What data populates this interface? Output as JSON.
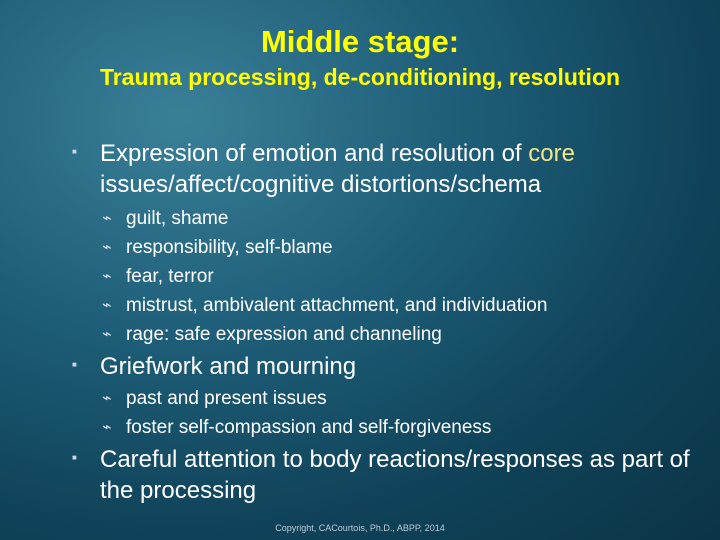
{
  "title": "Middle stage:",
  "subtitle": "Trauma processing, de-conditioning, resolution",
  "points": [
    {
      "text_main": "Expression of emotion and resolution of ",
      "text_accent": "core",
      "text_rest": " issues/affect/cognitive distortions/schema",
      "subitems": [
        "guilt, shame",
        "responsibility, self-blame",
        "fear, terror",
        "mistrust, ambivalent attachment, and individuation",
        "rage: safe expression and channeling"
      ]
    },
    {
      "text_main": "Griefwork and mourning",
      "subitems": [
        "past and present issues",
        "foster self-compassion and self-forgiveness"
      ]
    },
    {
      "text_main": "Careful attention to body reactions/responses as part of the processing",
      "subitems": []
    }
  ],
  "footer": "Copyright, CACourtois, Ph.D., ABPP, 2014",
  "icons": {
    "main_bullet": "dot-bullet-icon",
    "sub_bullet": "scroll-bullet-icon"
  },
  "colors": {
    "title": "#ffff00",
    "text": "#ffffff",
    "accent": "#f2e58a",
    "background": "#1f5f7a"
  }
}
